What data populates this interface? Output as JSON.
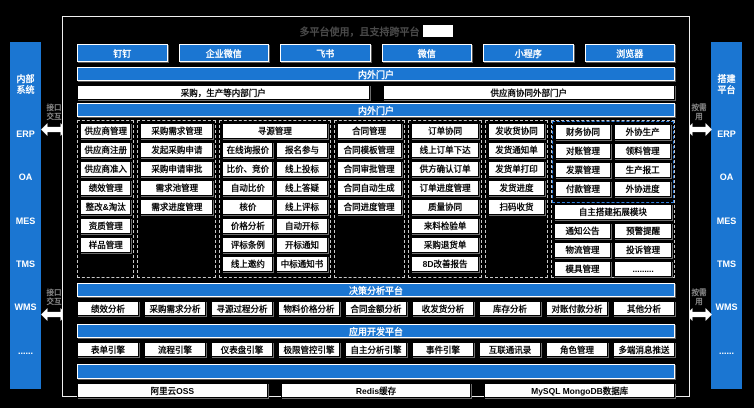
{
  "colors": {
    "primary": "#1b76d2",
    "background": "#000000",
    "box_bg": "#ffffff"
  },
  "title": {
    "text": "多平台使用，且支持跨平台"
  },
  "left_sidebar": {
    "header": "内部\n系统",
    "items": [
      "ERP",
      "OA",
      "MES",
      "TMS",
      "WMS",
      "......"
    ]
  },
  "right_sidebar": {
    "header": "搭建\n平台",
    "items": [
      "ERP",
      "OA",
      "MES",
      "TMS",
      "WMS",
      "......"
    ]
  },
  "connectors": {
    "left_label": "接口\n交互",
    "right_label": "按需\n用"
  },
  "apps": [
    "钉钉",
    "企业微信",
    "飞书",
    "微信",
    "小程序",
    "浏览器"
  ],
  "portal_bar": "内外门户",
  "portals": [
    "采购，生产等内部门户",
    "供应商协同外部门户"
  ],
  "platform": {
    "header": "内外门户",
    "columns": [
      {
        "header": "供应商管理",
        "items": [
          "供应商注册",
          "供应商准入",
          "绩效管理",
          "整改&淘汰",
          "资质管理",
          "样品管理"
        ]
      },
      {
        "header": "采购需求管理",
        "items": [
          "发起采购申请",
          "采购申请审批",
          "需求池管理",
          "需求进度管理"
        ]
      },
      {
        "header": "寻源管理",
        "items_left": [
          "在线询报价",
          "比价、竞价",
          "自动比价",
          "核价",
          "价格分析",
          "评标条例",
          "线上邀约"
        ],
        "items_right": [
          "报名参与",
          "线上投标",
          "线上答疑",
          "线上评标",
          "自动开标",
          "开标通知",
          "中标通知书"
        ]
      },
      {
        "header": "合同管理",
        "items": [
          "合同模板管理",
          "合同审批管理",
          "合同自动生成",
          "合同进度管理"
        ]
      },
      {
        "header": "订单协同",
        "items": [
          "线上订单下达",
          "供方确认订单",
          "订单进度管理",
          "质量协同",
          "来料检验单",
          "采购退货单",
          "8D改善报告"
        ]
      },
      {
        "header": "发收货协同",
        "items": [
          "发货通知单",
          "发货单打印",
          "发货进度",
          "扫码收货"
        ]
      }
    ],
    "finance": {
      "header": "财务协同",
      "items": [
        "对账管理",
        "发票管理",
        "付款管理"
      ]
    },
    "outsourcing": {
      "header": "外协生产",
      "items": [
        "领料管理",
        "生产报工",
        "外协进度"
      ]
    },
    "extension": {
      "header": "自主搭建拓展模块",
      "items": [
        "通知公告",
        "预警提醒",
        "物流管理",
        "投诉管理",
        "模具管理",
        "........."
      ]
    }
  },
  "analysis": {
    "header": "决策分析平台",
    "items": [
      "绩效分析",
      "采购需求分析",
      "寻源过程分析",
      "物料价格分析",
      "合同金额分析",
      "收发货分析",
      "库存分析",
      "对账付款分析",
      "其他分析"
    ]
  },
  "devplatform": {
    "header": "应用开发平台",
    "items": [
      "表单引擎",
      "流程引擎",
      "仪表盘引擎",
      "极限管控引擎",
      "自主分析引擎",
      "事件引擎",
      "互联通讯录",
      "角色管理",
      "多端消息推送"
    ]
  },
  "infra": {
    "items": [
      "阿里云OSS",
      "Redis缓存",
      "MySQL MongoDB数据库"
    ]
  }
}
